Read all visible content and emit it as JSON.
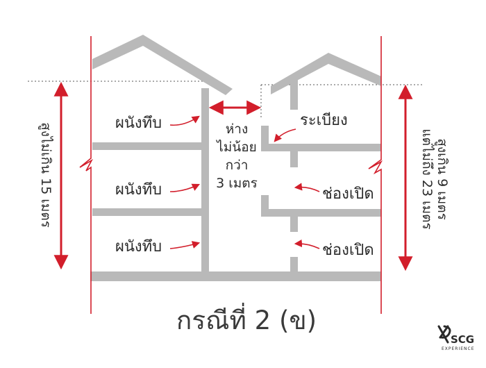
{
  "left_house": {
    "wall_labels": [
      "ผนังทึบ",
      "ผนังทึบ",
      "ผนังทึบ"
    ],
    "height_label": "สูงไม่เกิน 15 เมตร"
  },
  "gap": {
    "lines": [
      "ห่าง",
      "ไม่น้อย",
      "กว่า",
      "3 เมตร"
    ]
  },
  "right_house": {
    "balcony_label": "ระเบียง",
    "opening_labels": [
      "ช่องเปิด",
      "ช่องเปิด"
    ],
    "height_label_lines": [
      "สูงเกิน 9 เมตร",
      "แต่ไม่ถึง 23 เมตร"
    ]
  },
  "caption": "กรณีที่ 2 (ข)",
  "logo": {
    "brand": "SCG",
    "sub": "EXPERIENCE"
  },
  "colors": {
    "structure": "#b9b9b9",
    "accent": "#d21e2b",
    "text": "#2b2b2b"
  }
}
